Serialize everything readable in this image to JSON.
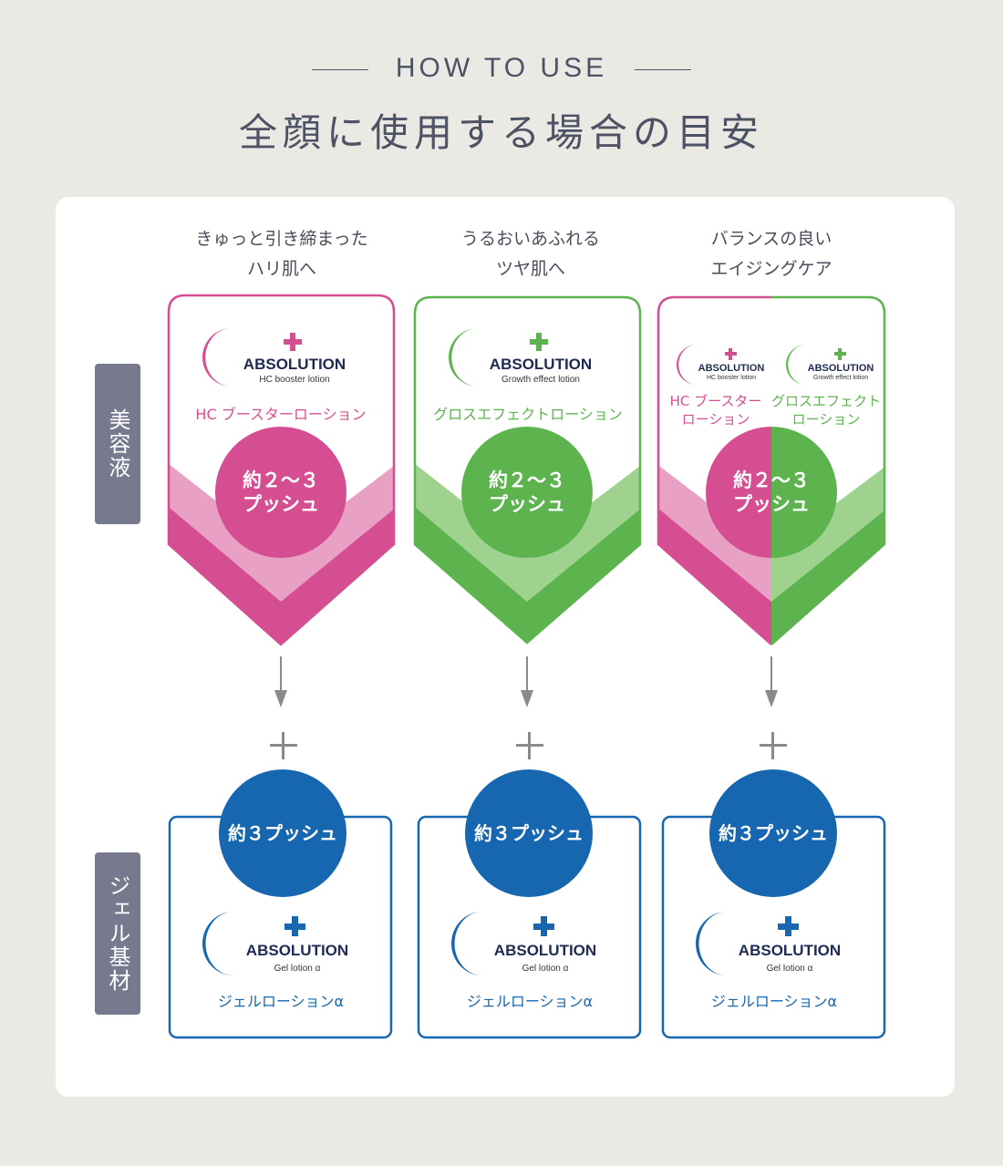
{
  "header": {
    "eyebrow": "HOW TO USE",
    "title": "全顔に使用する場合の目安"
  },
  "side_labels": {
    "serum": "美容液",
    "gel": "ジェル基材"
  },
  "columns": [
    {
      "head_line1": "きゅっと引き締まった",
      "head_line2": "ハリ肌へ",
      "serum_brand": "ABSOLUTION",
      "serum_sub": "HC booster lotion",
      "serum_name": "HC ブースターローション",
      "serum_amount_line1": "約２～３",
      "serum_amount_line2": "プッシュ",
      "color": "#d64e92"
    },
    {
      "head_line1": "うるおいあふれる",
      "head_line2": "ツヤ肌へ",
      "serum_brand": "ABSOLUTION",
      "serum_sub": "Growth effect lotion",
      "serum_name": "グロスエフェクトローション",
      "serum_amount_line1": "約２～３",
      "serum_amount_line2": "プッシュ",
      "color": "#5db44f"
    },
    {
      "head_line1": "バランスの良い",
      "head_line2": "エイジングケア",
      "left_brand": "ABSOLUTION",
      "left_sub": "HC booster lotion",
      "left_name_line1": "HC ブースター",
      "left_name_line2": "ローション",
      "right_brand": "ABSOLUTION",
      "right_sub": "Growth effect lotion",
      "right_name_line1": "グロスエフェクト",
      "right_name_line2": "ローション",
      "serum_amount_line1": "約２～３",
      "serum_amount_line2": "プッシュ"
    }
  ],
  "gel": {
    "amount": "約３プッシュ",
    "brand": "ABSOLUTION",
    "sub": "Gel lotion α",
    "name": "ジェルローションα",
    "color": "#1667b0"
  },
  "plus_symbol": "+",
  "colors": {
    "pink": "#d64e92",
    "pink_light": "#e8a0c4",
    "green": "#5db44f",
    "green_light": "#9fd18f",
    "blue": "#1667b0",
    "label_bg": "#777a8e",
    "arrow": "#8a8a8a"
  },
  "icons": [
    "crescent-icon",
    "cross-icon",
    "arrow-down-icon",
    "plus-icon"
  ]
}
